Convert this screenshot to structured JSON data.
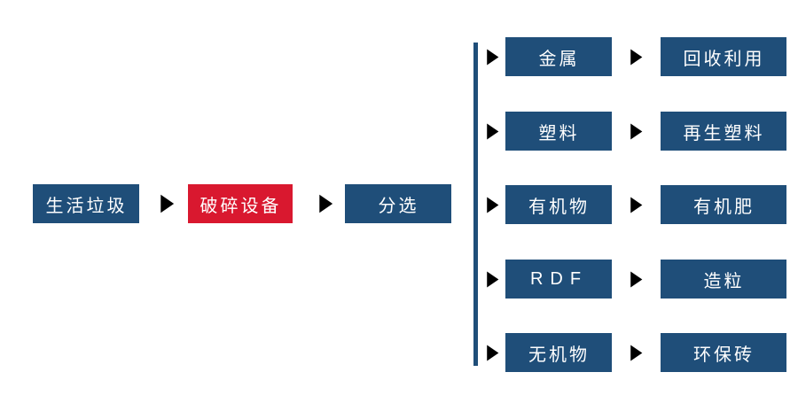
{
  "colors": {
    "primary": "#1F4E79",
    "accent": "#D9182F",
    "node_text": "#FFFFFF",
    "background": "#FFFFFF"
  },
  "icons": {
    "flow_arrow": "arrow-right-icon",
    "connector": "branch-line"
  },
  "main_flow": [
    {
      "label": "生活垃圾"
    },
    {
      "label": "破碎设备"
    },
    {
      "label": "分选"
    }
  ],
  "branches": [
    {
      "source": "金属",
      "result": "回收利用"
    },
    {
      "source": "塑料",
      "result": "再生塑料"
    },
    {
      "source": "有机物",
      "result": "有机肥"
    },
    {
      "source": "RDF",
      "result": "造粒"
    },
    {
      "source": "无机物",
      "result": "环保砖"
    }
  ]
}
